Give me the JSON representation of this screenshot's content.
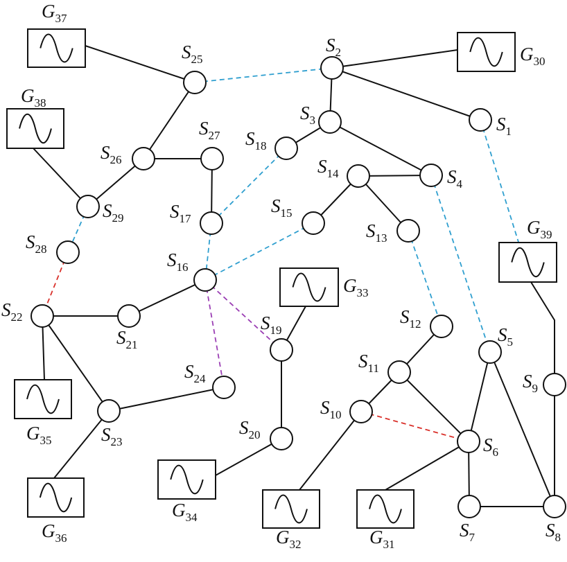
{
  "buses": [
    {
      "id": "S1",
      "letter": "S",
      "index": "1"
    },
    {
      "id": "S2",
      "letter": "S",
      "index": "2"
    },
    {
      "id": "S3",
      "letter": "S",
      "index": "3"
    },
    {
      "id": "S4",
      "letter": "S",
      "index": "4"
    },
    {
      "id": "S5",
      "letter": "S",
      "index": "5"
    },
    {
      "id": "S6",
      "letter": "S",
      "index": "6"
    },
    {
      "id": "S7",
      "letter": "S",
      "index": "7"
    },
    {
      "id": "S8",
      "letter": "S",
      "index": "8"
    },
    {
      "id": "S9",
      "letter": "S",
      "index": "9"
    },
    {
      "id": "S10",
      "letter": "S",
      "index": "10"
    },
    {
      "id": "S11",
      "letter": "S",
      "index": "11"
    },
    {
      "id": "S12",
      "letter": "S",
      "index": "12"
    },
    {
      "id": "S13",
      "letter": "S",
      "index": "13"
    },
    {
      "id": "S14",
      "letter": "S",
      "index": "14"
    },
    {
      "id": "S15",
      "letter": "S",
      "index": "15"
    },
    {
      "id": "S16",
      "letter": "S",
      "index": "16"
    },
    {
      "id": "S17",
      "letter": "S",
      "index": "17"
    },
    {
      "id": "S18",
      "letter": "S",
      "index": "18"
    },
    {
      "id": "S19",
      "letter": "S",
      "index": "19"
    },
    {
      "id": "S20",
      "letter": "S",
      "index": "20"
    },
    {
      "id": "S21",
      "letter": "S",
      "index": "21"
    },
    {
      "id": "S22",
      "letter": "S",
      "index": "22"
    },
    {
      "id": "S23",
      "letter": "S",
      "index": "23"
    },
    {
      "id": "S24",
      "letter": "S",
      "index": "24"
    },
    {
      "id": "S25",
      "letter": "S",
      "index": "25"
    },
    {
      "id": "S26",
      "letter": "S",
      "index": "26"
    },
    {
      "id": "S27",
      "letter": "S",
      "index": "27"
    },
    {
      "id": "S28",
      "letter": "S",
      "index": "28"
    },
    {
      "id": "S29",
      "letter": "S",
      "index": "29"
    }
  ],
  "generators": [
    {
      "id": "G30",
      "letter": "G",
      "index": "30",
      "bus": "S2",
      "symbol": "sine-wave-icon"
    },
    {
      "id": "G31",
      "letter": "G",
      "index": "31",
      "bus": "S6",
      "symbol": "sine-wave-icon"
    },
    {
      "id": "G32",
      "letter": "G",
      "index": "32",
      "bus": "S10",
      "symbol": "sine-wave-icon"
    },
    {
      "id": "G33",
      "letter": "G",
      "index": "33",
      "bus": "S19",
      "symbol": "sine-wave-icon"
    },
    {
      "id": "G34",
      "letter": "G",
      "index": "34",
      "bus": "S20",
      "symbol": "sine-wave-icon"
    },
    {
      "id": "G35",
      "letter": "G",
      "index": "35",
      "bus": "S22",
      "symbol": "sine-wave-icon"
    },
    {
      "id": "G36",
      "letter": "G",
      "index": "36",
      "bus": "S23",
      "symbol": "sine-wave-icon"
    },
    {
      "id": "G37",
      "letter": "G",
      "index": "37",
      "bus": "S25",
      "symbol": "sine-wave-icon"
    },
    {
      "id": "G38",
      "letter": "G",
      "index": "38",
      "bus": "S29",
      "symbol": "sine-wave-icon"
    },
    {
      "id": "G39",
      "letter": "G",
      "index": "39",
      "bus": "S9",
      "symbol": "sine-wave-icon"
    }
  ],
  "edges": [
    {
      "from": "S2",
      "to": "S3",
      "style": "solid"
    },
    {
      "from": "S2",
      "to": "S1",
      "style": "solid"
    },
    {
      "from": "S3",
      "to": "S18",
      "style": "solid"
    },
    {
      "from": "S3",
      "to": "S4",
      "style": "solid"
    },
    {
      "from": "S14",
      "to": "S4",
      "style": "solid"
    },
    {
      "from": "S14",
      "to": "S15",
      "style": "solid"
    },
    {
      "from": "S14",
      "to": "S13",
      "style": "solid"
    },
    {
      "from": "S25",
      "to": "S26",
      "style": "solid"
    },
    {
      "from": "S26",
      "to": "S27",
      "style": "solid"
    },
    {
      "from": "S26",
      "to": "S29",
      "style": "solid"
    },
    {
      "from": "S27",
      "to": "S17",
      "style": "solid"
    },
    {
      "from": "S16",
      "to": "S21",
      "style": "solid"
    },
    {
      "from": "S21",
      "to": "S22",
      "style": "solid"
    },
    {
      "from": "S22",
      "to": "S23",
      "style": "solid"
    },
    {
      "from": "S23",
      "to": "S24",
      "style": "solid"
    },
    {
      "from": "S19",
      "to": "S20",
      "style": "solid"
    },
    {
      "from": "S12",
      "to": "S11",
      "style": "solid"
    },
    {
      "from": "S11",
      "to": "S10",
      "style": "solid"
    },
    {
      "from": "S11",
      "to": "S6",
      "style": "solid"
    },
    {
      "from": "S5",
      "to": "S6",
      "style": "solid"
    },
    {
      "from": "S5",
      "to": "S8",
      "style": "solid"
    },
    {
      "from": "S6",
      "to": "S7",
      "style": "solid"
    },
    {
      "from": "S7",
      "to": "S8",
      "style": "solid"
    },
    {
      "from": "S8",
      "to": "S9",
      "style": "solid"
    },
    {
      "from": "S25",
      "to": "S2",
      "style": "dashed-blue"
    },
    {
      "from": "S1",
      "to": "G39",
      "style": "dashed-blue"
    },
    {
      "from": "S18",
      "to": "S17",
      "style": "dashed-blue"
    },
    {
      "from": "S17",
      "to": "S16",
      "style": "dashed-blue"
    },
    {
      "from": "S15",
      "to": "S16",
      "style": "dashed-blue"
    },
    {
      "from": "S13",
      "to": "S12",
      "style": "dashed-blue"
    },
    {
      "from": "S4",
      "to": "S5",
      "style": "dashed-blue"
    },
    {
      "from": "S29",
      "to": "S28",
      "style": "dashed-blue"
    },
    {
      "from": "S28",
      "to": "S22",
      "style": "dashed-red"
    },
    {
      "from": "S10",
      "to": "S6",
      "style": "dashed-red"
    },
    {
      "from": "S16",
      "to": "S19",
      "style": "dashed-purple"
    },
    {
      "from": "S16",
      "to": "S24",
      "style": "dashed-purple"
    }
  ],
  "colors": {
    "line": "#111111",
    "dashed-blue": "#2f9fcf",
    "dashed-red": "#d9302a",
    "dashed-purple": "#9b3fb4",
    "background": "#ffffff"
  }
}
